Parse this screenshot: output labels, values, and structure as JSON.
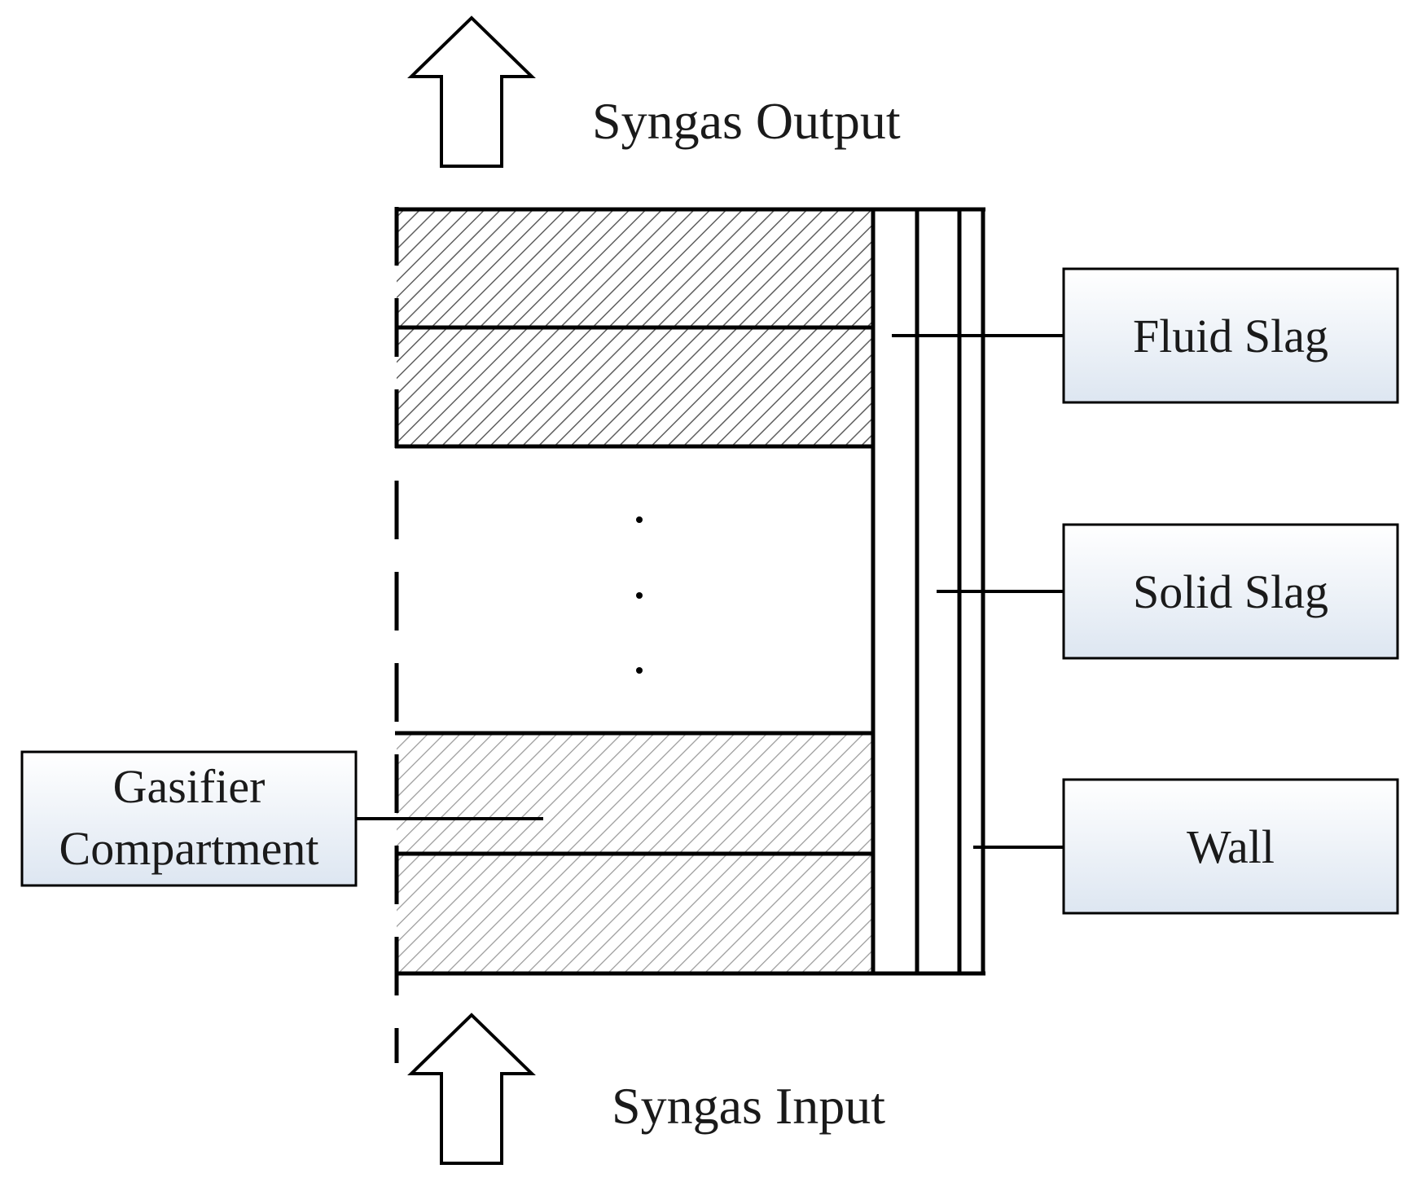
{
  "diagram": {
    "flows": {
      "output_label": "Syngas Output",
      "input_label": "Syngas Input",
      "arrow_icon": "up-arrow-icon"
    },
    "callouts": {
      "fluid_slag": "Fluid Slag",
      "solid_slag": "Solid Slag",
      "wall": "Wall",
      "gasifier_line1": "Gasifier",
      "gasifier_line2": "Compartment"
    },
    "ellipsis": "⋮",
    "colors": {
      "stroke": "#000000",
      "hatch": "#6b6b6b",
      "hatch_light": "#9a9a9a",
      "box_fill_top": "#ffffff",
      "box_fill_bottom": "#dfe8f3",
      "text": "#1a1a1a"
    }
  }
}
